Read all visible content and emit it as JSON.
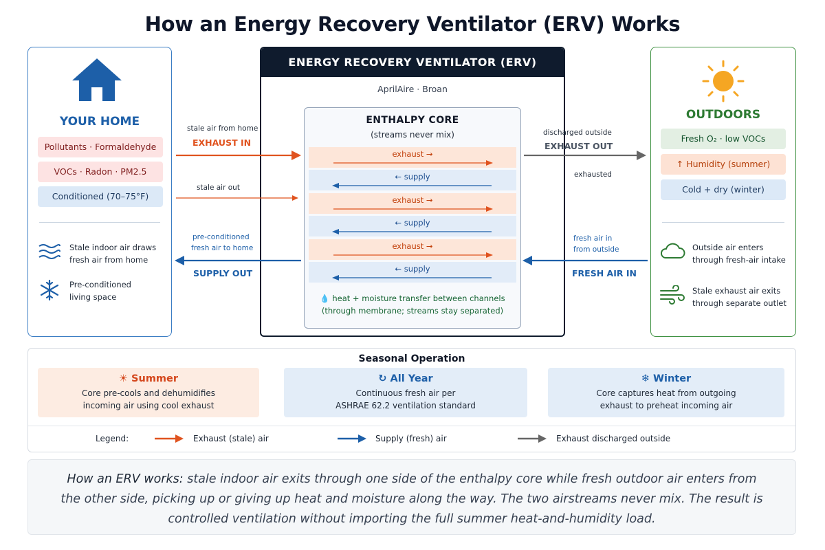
{
  "title": "How an Energy Recovery Ventilator (ERV) Works",
  "home": {
    "title": "YOUR HOME",
    "tags": [
      "Pollutants · Formaldehyde",
      "VOCs · Radon · PM2.5",
      "Conditioned (70–75°F)"
    ],
    "info": [
      {
        "icon": "waves-icon",
        "line1": "Stale indoor air draws",
        "line2": "fresh air from home"
      },
      {
        "icon": "snowflake-icon",
        "line1": "Pre-conditioned",
        "line2": "living space"
      }
    ]
  },
  "erv": {
    "header": "ENERGY RECOVERY VENTILATOR (ERV)",
    "brands": "AprilAire · Broan",
    "core_title": "ENTHALPY CORE",
    "core_subtitle": "(streams never mix)",
    "channels": [
      {
        "type": "exhaust",
        "label": "exhaust →"
      },
      {
        "type": "supply",
        "label": "← supply"
      },
      {
        "type": "exhaust",
        "label": "exhaust →"
      },
      {
        "type": "supply",
        "label": "← supply"
      },
      {
        "type": "exhaust",
        "label": "exhaust →"
      },
      {
        "type": "supply",
        "label": "← supply"
      }
    ],
    "core_footer_line1": "heat + moisture transfer between channels",
    "core_footer_line2": "(through membrane; streams stay separated)"
  },
  "flows": {
    "exhaust_in_small": "stale air from home",
    "exhaust_in_label": "EXHAUST IN",
    "stale_out_small": "stale air out",
    "supply_out_small1": "pre-conditioned",
    "supply_out_small2": "fresh air to home",
    "supply_out_label": "SUPPLY OUT",
    "exhaust_out_small": "discharged outside",
    "exhaust_out_label": "EXHAUST OUT",
    "exhausted_small": "exhausted",
    "fresh_in_small1": "fresh air in",
    "fresh_in_small2": "from outside",
    "fresh_in_label": "FRESH AIR IN"
  },
  "outdoors": {
    "title": "OUTDOORS",
    "tags": [
      "Fresh O₂ · low VOCs",
      "↑ Humidity (summer)",
      "Cold + dry (winter)"
    ],
    "info": [
      {
        "icon": "cloud-icon",
        "line1": "Outside air enters",
        "line2": "through fresh-air intake"
      },
      {
        "icon": "wind-icon",
        "line1": "Stale exhaust air exits",
        "line2": "through separate outlet"
      }
    ]
  },
  "seasonal": {
    "title": "Seasonal Operation",
    "seasons": [
      {
        "name": "Summer",
        "icon": "sun-icon",
        "line1": "Core pre-cools and dehumidifies",
        "line2": "incoming air using cool exhaust"
      },
      {
        "name": "All Year",
        "icon": "cycle-icon",
        "line1": "Continuous fresh air per",
        "line2": "ASHRAE 62.2 ventilation standard"
      },
      {
        "name": "Winter",
        "icon": "snowflake-icon",
        "line1": "Core captures heat from outgoing",
        "line2": "exhaust to preheat incoming air"
      }
    ],
    "legend_label": "Legend:",
    "legend": [
      {
        "label": "Exhaust (stale) air",
        "color": "#e0531f"
      },
      {
        "label": "Supply (fresh) air",
        "color": "#1d5fa8"
      },
      {
        "label": "Exhaust discharged outside",
        "color": "#666666"
      }
    ]
  },
  "summary": {
    "lead": "How an ERV works:",
    "text": " stale indoor air exits through one side of the enthalpy core while fresh outdoor air enters from the other side, picking up or giving up heat and moisture along the way. The two airstreams never mix. The result is controlled ventilation without importing the full summer heat-and-humidity load."
  },
  "colors": {
    "exhaust": "#e0531f",
    "supply": "#1d5fa8",
    "discharge": "#666666",
    "home": "#1d5fa8",
    "outdoors": "#2d7a32",
    "sun": "#f5a623"
  }
}
